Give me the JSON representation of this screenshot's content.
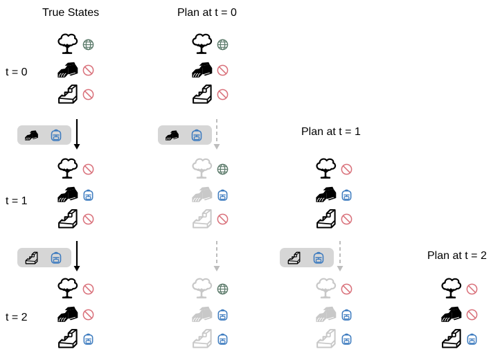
{
  "headers": {
    "true_states": "True States",
    "plan_t0": "Plan at t = 0",
    "plan_t1": "Plan at t = 1",
    "plan_t2": "Plan at t = 2"
  },
  "time_labels": {
    "t0": "t = 0",
    "t1": "t = 1",
    "t2": "t = 2"
  },
  "colors": {
    "ink": "#000000",
    "faded": "#c8c8c8",
    "globe": "#5b7a6a",
    "none": "#d9707a",
    "bag": "#3d7bbf",
    "chip_bg": "#d6d6d6",
    "arrow_faded": "#bdbdbd"
  },
  "item_order": [
    "tree",
    "lumber",
    "stairs"
  ],
  "columns": {
    "true_states": {
      "t0": {
        "tree": "globe",
        "lumber": "none",
        "stairs": "none"
      },
      "t1": {
        "tree": "none",
        "lumber": "bag",
        "stairs": "none"
      },
      "t2": {
        "tree": "none",
        "lumber": "none",
        "stairs": "bag"
      }
    },
    "plan_t0": {
      "t0": {
        "tree": "globe",
        "lumber": "none",
        "stairs": "none"
      },
      "t1": {
        "tree": "globe",
        "lumber": "bag",
        "stairs": "none"
      },
      "t2": {
        "tree": "globe",
        "lumber": "bag",
        "stairs": "bag"
      }
    },
    "plan_t1": {
      "t1": {
        "tree": "none",
        "lumber": "bag",
        "stairs": "none"
      },
      "t2": {
        "tree": "none",
        "lumber": "bag",
        "stairs": "bag"
      }
    },
    "plan_t2": {
      "t2": {
        "tree": "none",
        "lumber": "none",
        "stairs": "bag"
      }
    }
  },
  "actions": {
    "true_t0_t1": {
      "item": "lumber",
      "status": "bag",
      "arrow": "solid"
    },
    "plan0_t0_t1": {
      "item": "lumber",
      "status": "bag",
      "arrow": "dashed"
    },
    "true_t1_t2": {
      "item": "stairs",
      "status": "bag",
      "arrow": "solid"
    },
    "plan0_t1_t2": {
      "arrow": "dashed"
    },
    "plan1_t1_t2": {
      "item": "stairs",
      "status": "bag",
      "arrow": "dashed"
    }
  }
}
